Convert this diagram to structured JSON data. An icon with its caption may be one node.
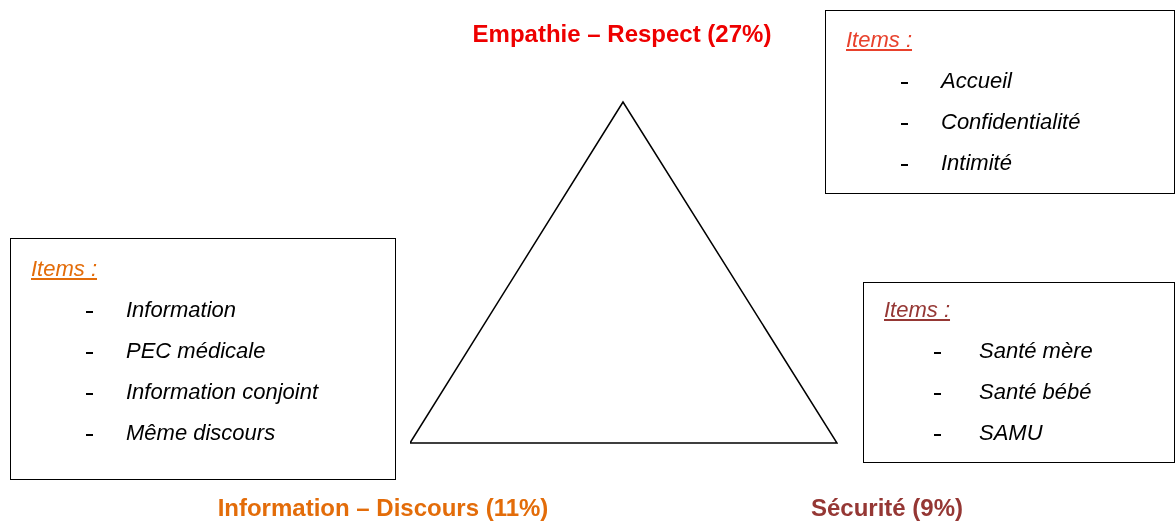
{
  "diagram": {
    "nodes": [
      {
        "text": [],
        "shape": "triangle"
      },
      {
        "text": [
          "Items :",
          "Accueil",
          "Confidentialité",
          "Intimité"
        ]
      },
      {
        "text": [
          "Items :",
          "Information",
          "PEC médicale",
          "Information conjoint",
          "Même discours"
        ]
      },
      {
        "text": [
          "Items :",
          "Santé mère",
          "Santé bébé",
          "SAMU"
        ]
      }
    ],
    "labels": [
      "Empathie – Respect (27%)",
      "Information – Discours (11%)",
      "Sécurité (9%)"
    ]
  }
}
